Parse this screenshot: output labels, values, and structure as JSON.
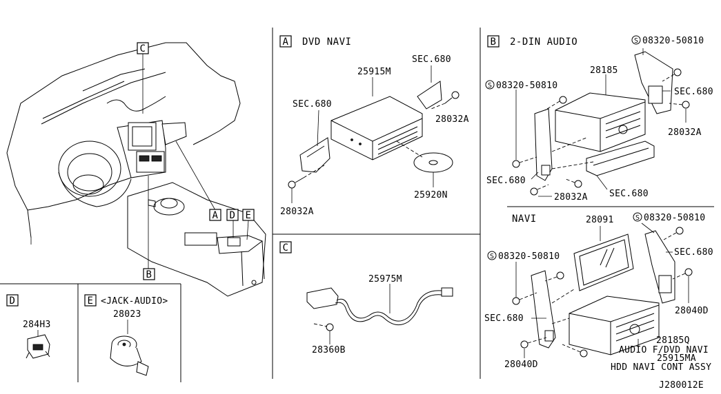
{
  "sections": {
    "overview": {
      "callouts": {
        "c": "C",
        "a": "A",
        "d": "D",
        "e": "E",
        "b": "B"
      }
    },
    "dvd_navi": {
      "tag": "A",
      "title": "DVD NAVI",
      "labels": {
        "p25915m": "25915M",
        "sec680_top": "SEC.680",
        "sec680_left": "SEC.680",
        "p28032a_right": "28032A",
        "p28032a_left": "28032A",
        "p25920n": "25920N"
      }
    },
    "two_din_audio": {
      "tag": "B",
      "title": "2-DIN AUDIO",
      "labels": {
        "screw_top": "08320-50810",
        "screw_left": "08320-50810",
        "p28185": "28185",
        "sec680_right": "SEC.680",
        "p28032a_right": "28032A",
        "sec680_left": "SEC.680",
        "p28032a_bottom": "28032A",
        "sec680_bottom": "SEC.680"
      }
    },
    "harness": {
      "tag": "C",
      "labels": {
        "p25975m": "25975M",
        "p28360b": "28360B"
      }
    },
    "navi": {
      "title": "NAVI",
      "labels": {
        "p28091": "28091",
        "screw_top": "08320-50810",
        "screw_left": "08320-50810",
        "sec680_right": "SEC.680",
        "p28040d_right": "28040D",
        "sec680_left": "SEC.680",
        "p28185q": "28185Q",
        "desc_1": "AUDIO F/DVD NAVI",
        "p25915ma": "25915MA",
        "desc_2": "HDD NAVI CONT ASSY",
        "p28040d_bottom": "28040D"
      }
    },
    "d": {
      "tag": "D",
      "part": "284H3"
    },
    "e": {
      "tag": "E",
      "title": "<JACK-AUDIO>",
      "part": "28023"
    }
  },
  "footer": {
    "code": "J280012E"
  },
  "icons": {
    "screw_prefix": "circled-s-icon"
  }
}
